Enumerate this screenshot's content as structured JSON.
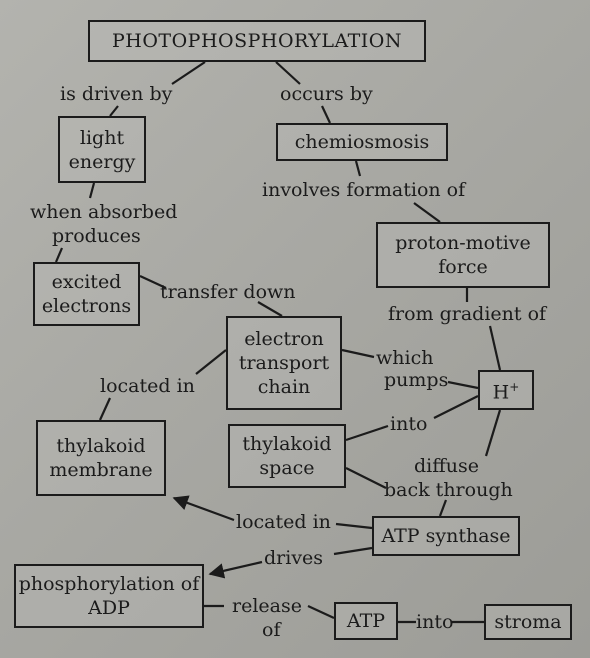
{
  "nodes": {
    "photophosphorylation": "PHOTOPHOSPHORYLATION",
    "light_energy": "light energy",
    "chemiosmosis": "chemiosmosis",
    "proton_motive_force": "proton-motive force",
    "excited_electrons": "excited electrons",
    "electron_transport_chain": "electron transport chain",
    "h_plus": "H",
    "h_plus_sup": "+",
    "thylakoid_membrane": "thylakoid membrane",
    "thylakoid_space": "thylakoid space",
    "atp_synthase": "ATP synthase",
    "phosphorylation_adp": "phosphorylation of ADP",
    "atp": "ATP",
    "stroma": "stroma"
  },
  "links": {
    "is_driven_by": "is driven by",
    "occurs_by": "occurs by",
    "involves_formation_of": "involves formation of",
    "when_absorbed": "when absorbed",
    "produces": "produces",
    "transfer_down": "transfer down",
    "from_gradient_of": "from gradient of",
    "which": "which",
    "pumps": "pumps",
    "located_in_1": "located in",
    "into_1": "into",
    "diffuse": "diffuse",
    "back_through": "back through",
    "located_in_2": "located in",
    "drives": "drives",
    "release": "release",
    "of": "of",
    "into_2": "into"
  }
}
